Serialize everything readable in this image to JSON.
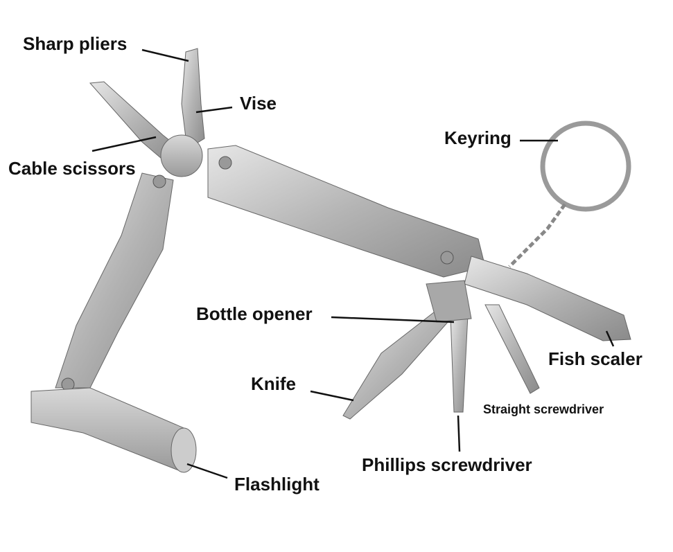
{
  "labels": {
    "sharp_pliers": "Sharp pliers",
    "vise": "Vise",
    "cable_scissors": "Cable scissors",
    "keyring": "Keyring",
    "bottle_opener": "Bottle opener",
    "fish_scaler": "Fish scaler",
    "knife": "Knife",
    "straight_screwdriver": "Straight screwdriver",
    "phillips_screwdriver": "Phillips screwdriver",
    "flashlight": "Flashlight"
  }
}
